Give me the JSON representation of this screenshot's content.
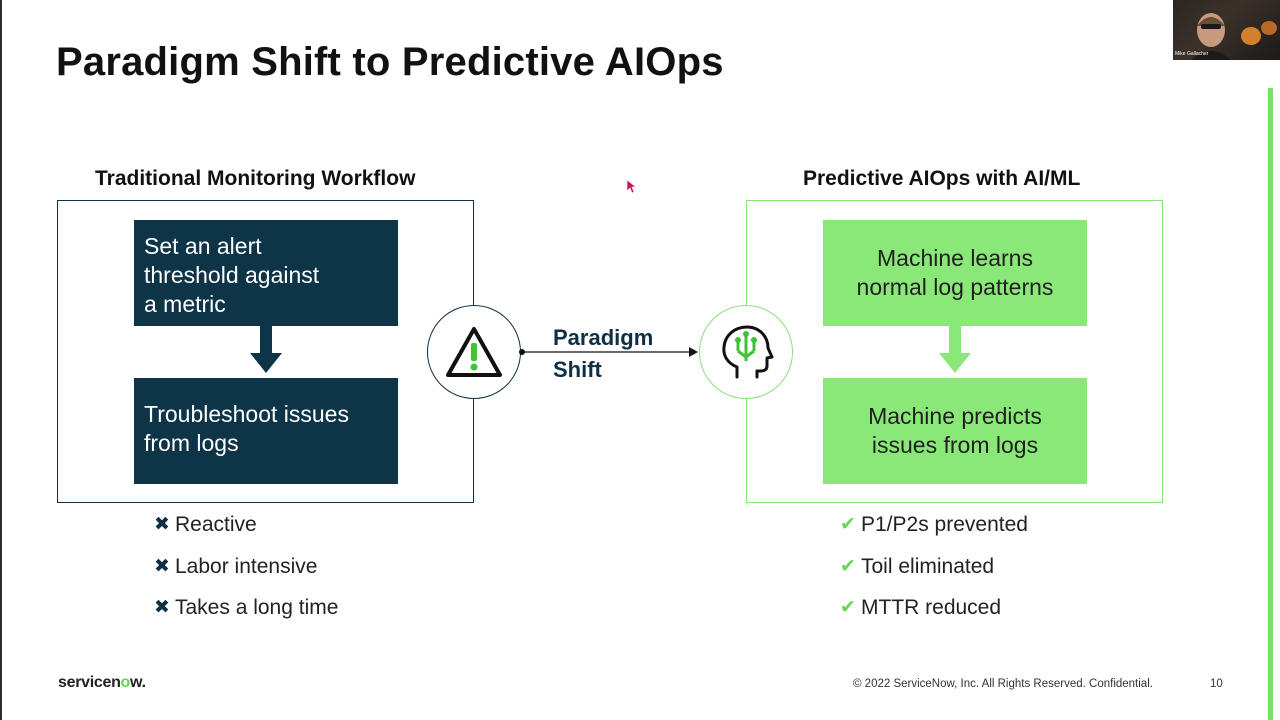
{
  "slide": {
    "title": "Paradigm Shift to Predictive AIOps",
    "page_number": "10"
  },
  "left": {
    "heading": "Traditional Monitoring Workflow",
    "box_top_lines": [
      "Set an alert",
      "threshold against",
      "a metric"
    ],
    "box_bottom_lines": [
      "Troubleshoot issues",
      "from logs"
    ],
    "icon": "warning-triangle-icon",
    "bullets": [
      "Reactive",
      "Labor intensive",
      "Takes a long time"
    ],
    "bullet_icon": "x-mark-icon"
  },
  "center": {
    "shift_lines": [
      "Paradigm",
      "Shift"
    ]
  },
  "right": {
    "heading": "Predictive AIOps with AI/ML",
    "box_top_lines": [
      "Machine learns",
      "normal log patterns"
    ],
    "box_bottom_lines": [
      "Machine predicts",
      "issues from logs"
    ],
    "icon": "ai-head-icon",
    "bullets": [
      "P1/P2s prevented",
      "Toil eliminated",
      "MTTR reduced"
    ],
    "bullet_icon": "check-mark-icon"
  },
  "footer": {
    "logo_text_pre": "servicen",
    "logo_text_o": "o",
    "logo_text_post": "w.",
    "copyright": "© 2022 ServiceNow, Inc. All Rights Reserved. Confidential."
  },
  "webcam": {
    "name": "Mike Gallacher"
  },
  "colors": {
    "dark_navy": "#0e3447",
    "green": "#8ae879",
    "accent_green": "#7ddc6e"
  }
}
